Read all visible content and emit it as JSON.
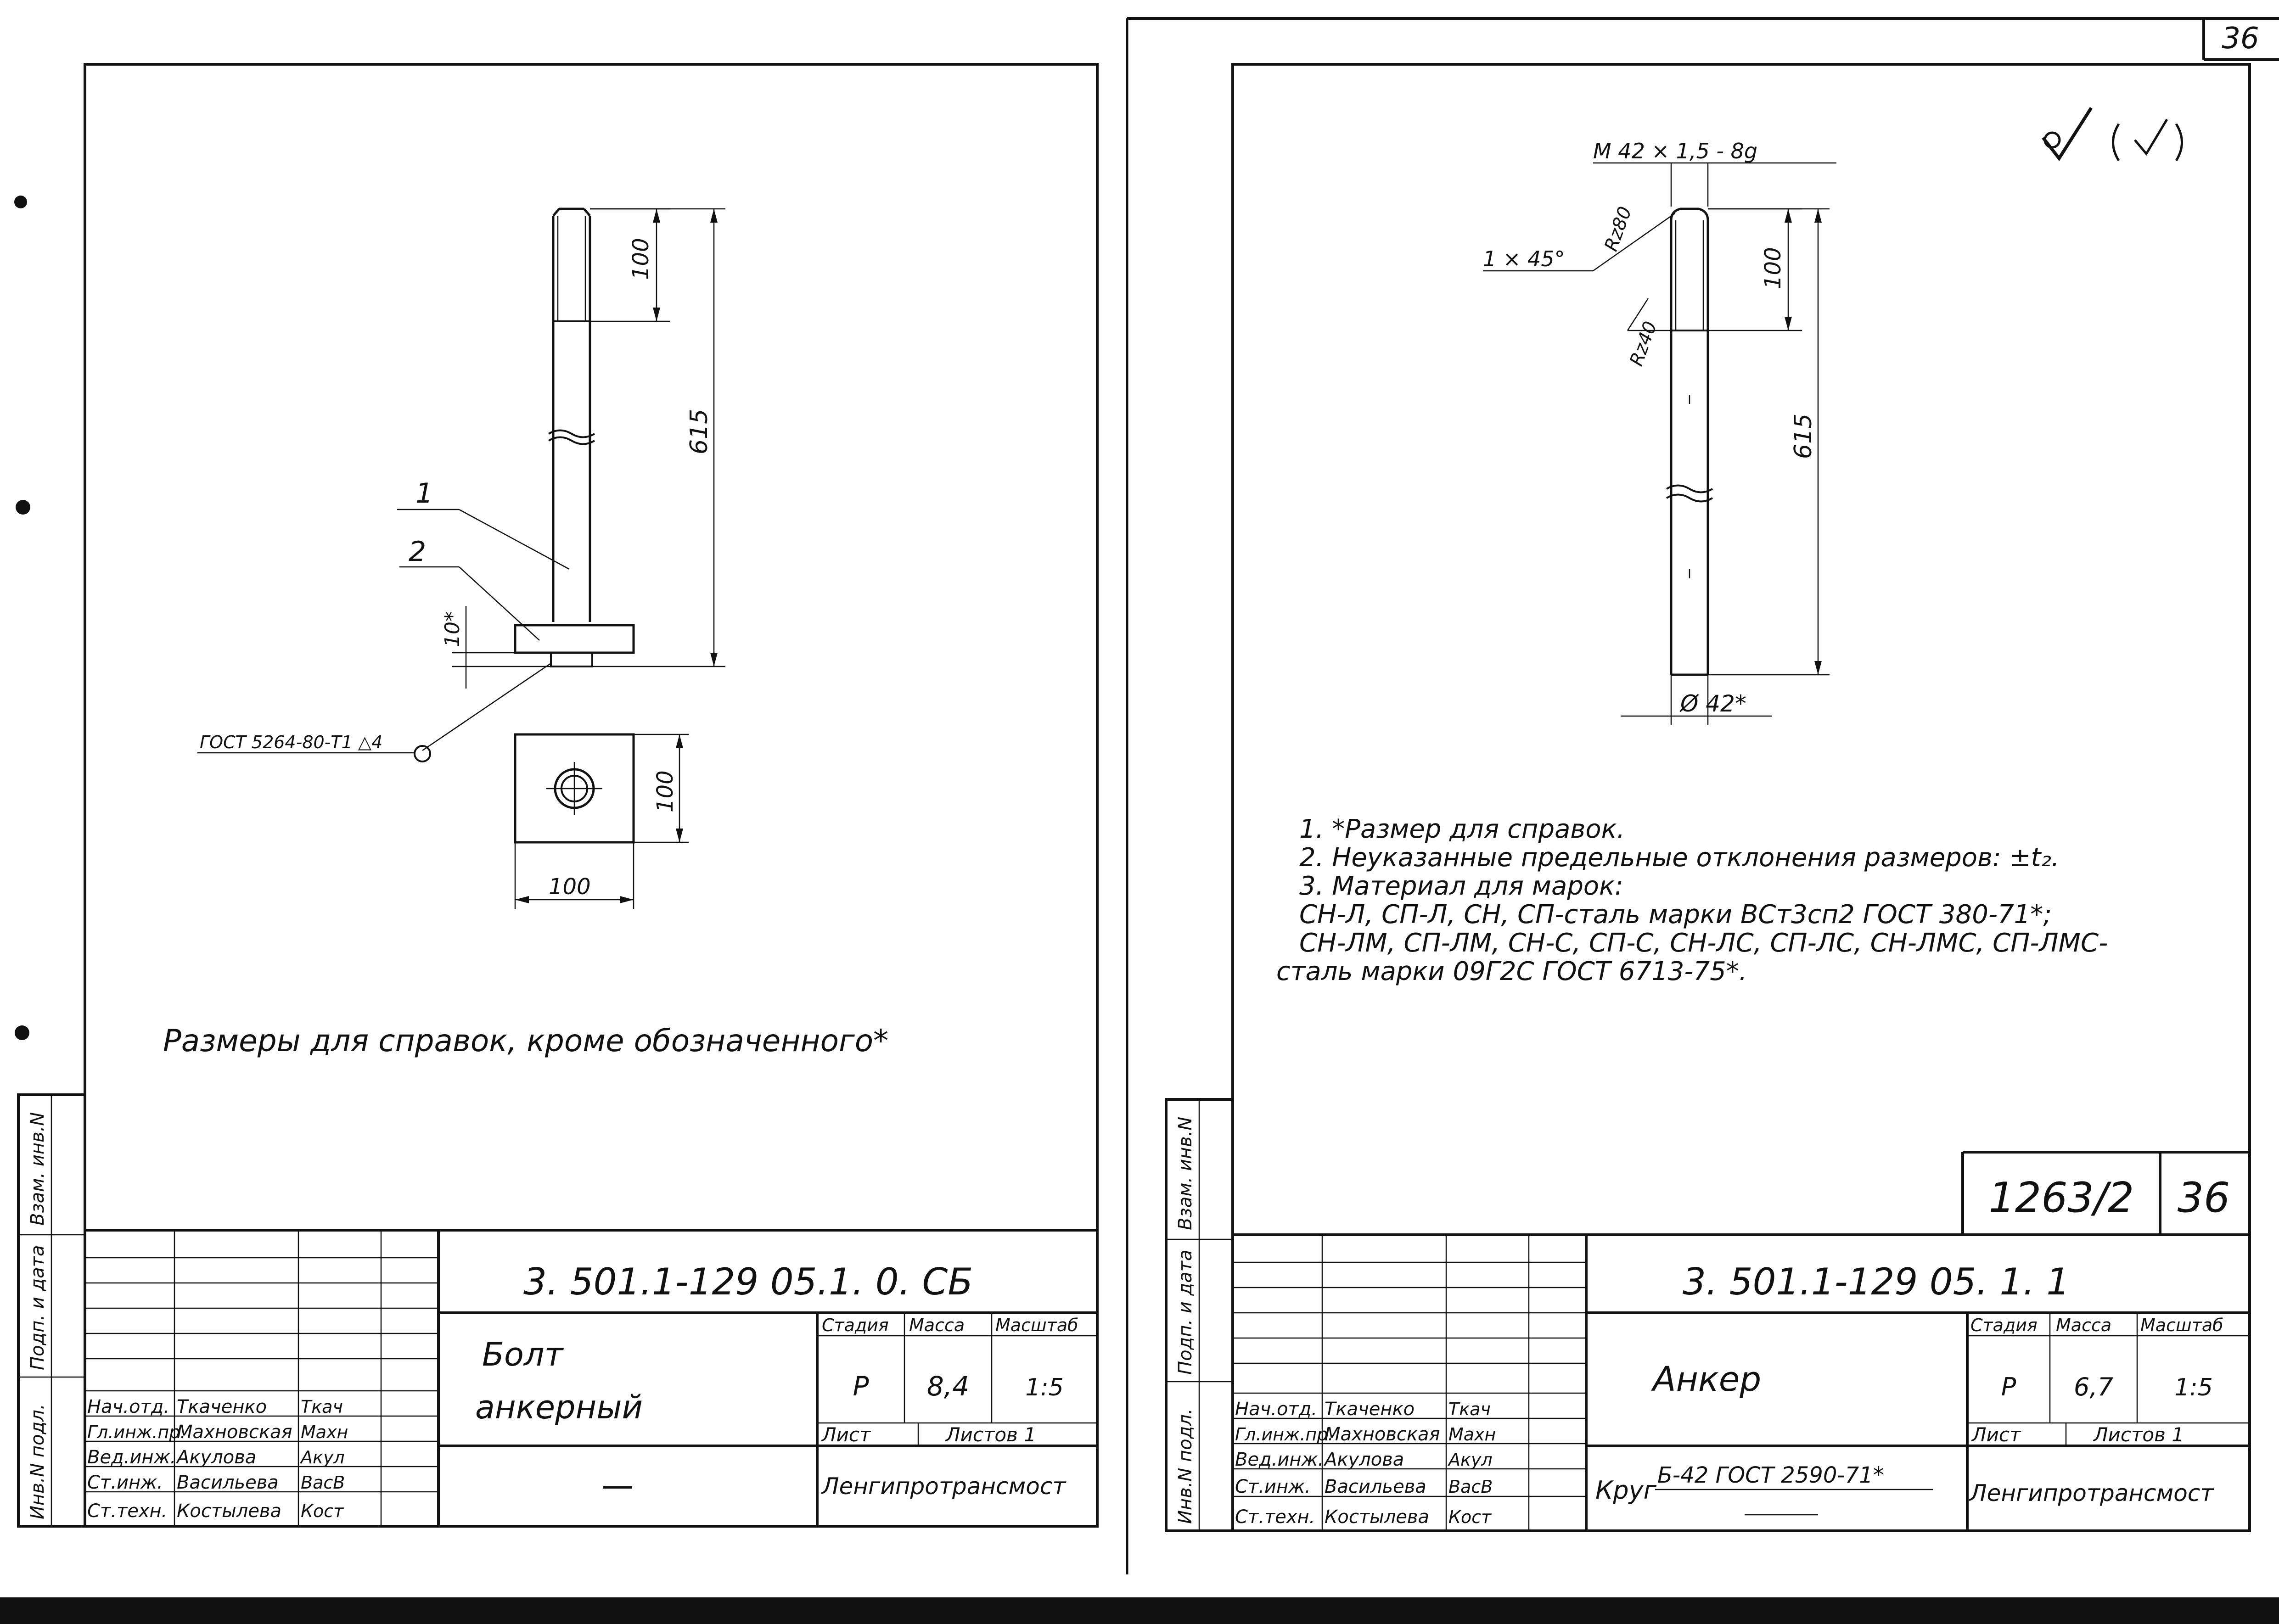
{
  "page_number": "36",
  "left": {
    "gost_weld": "ГОСТ 5264-80-Т1 △4",
    "dims": {
      "thread": "100",
      "length": "615",
      "plate_thick": "10*",
      "plate_w": "100",
      "plate_h": "100"
    },
    "labels": {
      "pos1": "1",
      "pos2": "2"
    },
    "note": "Размеры для справок, кроме обозначенного*",
    "stamp": {
      "doc_code": "3. 501.1-129 05.1. 0. СБ",
      "title_l1": "Болт",
      "title_l2": "анкерный",
      "material": "—",
      "h_stage": "Стадия",
      "h_mass": "Масса",
      "h_scale": "Масштаб",
      "stage": "Р",
      "mass": "8,4",
      "scale": "1:5",
      "sheet": "Лист",
      "sheets": "Листов 1",
      "org": "Ленгипротрансмост",
      "people": [
        {
          "role": "Нач.отд.",
          "name": "Ткаченко",
          "sign": "Ткач"
        },
        {
          "role": "Гл.инж.пр.",
          "name": "Махновская",
          "sign": "Махн"
        },
        {
          "role": "Вед.инж.",
          "name": "Акулова",
          "sign": "Акул"
        },
        {
          "role": "Ст.инж.",
          "name": "Васильева",
          "sign": "ВасВ"
        },
        {
          "role": "Ст.техн.",
          "name": "Костылева",
          "sign": "Кост"
        }
      ]
    },
    "side": {
      "inv_podl": "Инв.N подл.",
      "podp_data": "Подп. и дата",
      "vzam_inv": "Взам. инв.N"
    }
  },
  "right": {
    "thread_spec": "М 42 × 1,5 - 8g",
    "chamfer": "1 × 45°",
    "rz80": "Rz80",
    "rz40": "Rz40",
    "dims": {
      "thread": "100",
      "length": "615",
      "dia": "Ø 42*"
    },
    "roughness": "√ (√)",
    "notes": [
      "1. *Размер для справок.",
      "2. Неуказанные предельные отклонения размеров: ±t₂.",
      "3. Материал для марок:",
      "СН-Л, СП-Л, СН, СП-сталь марки ВСт3сп2 ГОСТ 380-71*;",
      "СН-ЛМ, СП-ЛМ, СН-С, СП-С, СН-ЛС, СП-ЛС, СН-ЛМС, СП-ЛМС-",
      "сталь марки 09Г2С ГОСТ 6713-75*."
    ],
    "box_code": "1263/2",
    "box_num": "36",
    "stamp": {
      "doc_code": "3. 501.1-129 05. 1. 1",
      "title": "Анкер",
      "material_prefix": "Круг",
      "material": "Б-42 ГОСТ 2590-71*",
      "h_stage": "Стадия",
      "h_mass": "Масса",
      "h_scale": "Масштаб",
      "stage": "Р",
      "mass": "6,7",
      "scale": "1:5",
      "sheet": "Лист",
      "sheets": "Листов 1",
      "org": "Ленгипротрансмост",
      "people": [
        {
          "role": "Нач.отд.",
          "name": "Ткаченко",
          "sign": "Ткач"
        },
        {
          "role": "Гл.инж.пр.",
          "name": "Махновская",
          "sign": "Махн"
        },
        {
          "role": "Вед.инж.",
          "name": "Акулова",
          "sign": "Акул"
        },
        {
          "role": "Ст.инж.",
          "name": "Васильева",
          "sign": "ВасВ"
        },
        {
          "role": "Ст.техн.",
          "name": "Костылева",
          "sign": "Кост"
        }
      ]
    },
    "side": {
      "inv_podl": "Инв.N подл.",
      "podp_data": "Подп. и дата",
      "vzam_inv": "Взам. инв.N"
    }
  }
}
